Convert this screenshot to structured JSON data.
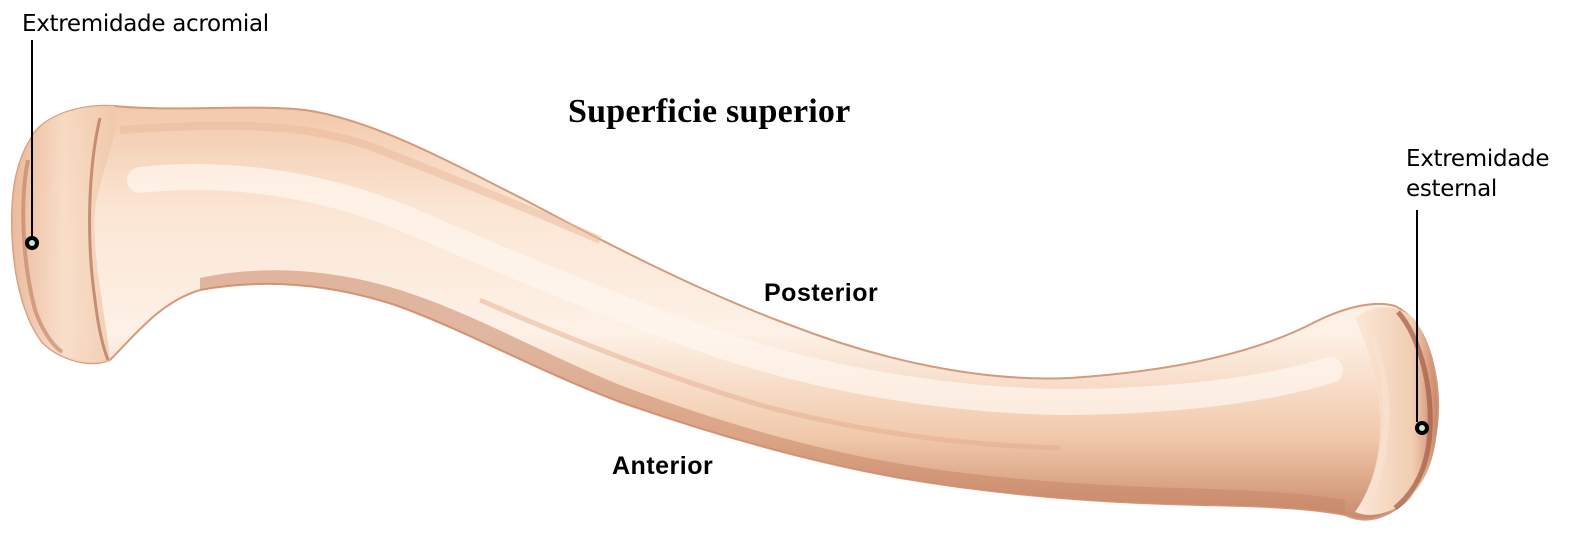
{
  "labels": {
    "acromial_end": "Extremidade acromial",
    "sternal_end_line1": "Extremidade",
    "sternal_end_line2": "esternal",
    "superior_surface": "Superficie superior",
    "posterior": "Posterior",
    "anterior": "Anterior"
  },
  "colors": {
    "bone_base": "#f6d6bd",
    "bone_light": "#fcebdc",
    "bone_shadow": "#c9866a",
    "bone_dark": "#9c5a44",
    "background": "#ffffff",
    "line": "#000000",
    "marker_fill": "#cfe3cf"
  }
}
